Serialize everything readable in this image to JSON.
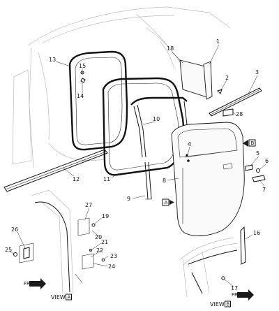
{
  "callouts": {
    "c1": "1",
    "c2": "2",
    "c3": "3",
    "c4": "4",
    "c5": "5",
    "c6": "6",
    "c7": "7",
    "c8": "8",
    "c9": "9",
    "c10": "10",
    "c11": "11",
    "c12": "12",
    "c13": "13",
    "c14": "14",
    "c15": "15",
    "c16": "16",
    "c17": "17",
    "c18": "18",
    "c19": "19",
    "c20": "20",
    "c21": "21",
    "c22": "22",
    "c23": "23",
    "c24": "24",
    "c25": "25",
    "c26": "26",
    "c27": "27",
    "c28": "28"
  },
  "view_refs": {
    "a": "A",
    "b": "B"
  },
  "views": {
    "a_prefix": "VIEW",
    "a_letter": "A",
    "b_prefix": "VIEW",
    "b_letter": "B"
  },
  "front_markers": {
    "a": "FRT",
    "b": "FRT"
  }
}
